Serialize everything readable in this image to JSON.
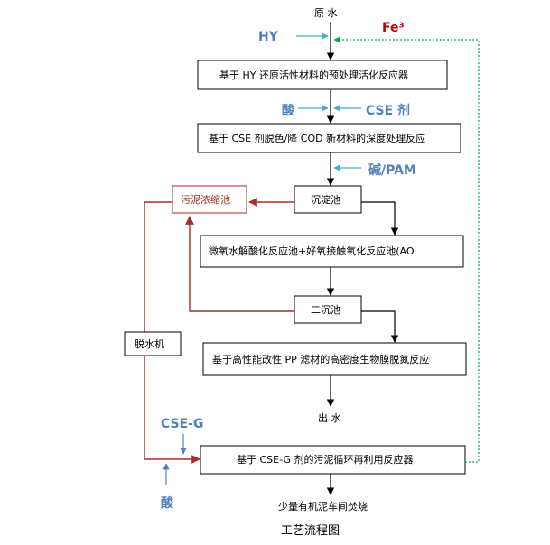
{
  "diagram": {
    "raw_water": "原 水",
    "hy_label": "HY",
    "fe_label": "Fe³",
    "box_hy_reactor": "基于 HY 还原活性材料的预处理活化反应器",
    "acid_label_top": "酸",
    "cse_agent_label": "CSE 剂",
    "box_cse_reactor": "基于 CSE 剂脱色/降 COD 新材料的深度处理反应",
    "alkali_pam_label": "碱/PAM",
    "box_sedimentation": "沉淀池",
    "box_sludge_thickener": "污泥浓缩池",
    "box_bio_reactor": "微氧水解酸化反应池+好氧接触氧化反应池(AO",
    "box_secondary_sed": "二沉池",
    "box_dewatering": "脱水机",
    "box_pp_reactor": "基于高性能改性 PP 滤材的高密度生物膜脱氮反应",
    "water_out": "出 水",
    "cse_g_label": "CSE-G",
    "box_cse_g_reactor": "基于 CSE-G 剂的污泥循环再利用反应器",
    "acid_label_bottom": "酸",
    "final_output": "少量有机泥车间焚烧",
    "caption": "工艺流程图"
  },
  "colors": {
    "black_flow": "#000000",
    "sludge_flow": "#a0302a",
    "reagent_teal": "#4bacc6",
    "reagent_blue": "#4f81bd",
    "fe_red": "#c00000",
    "recycle_green": "#00b050"
  }
}
